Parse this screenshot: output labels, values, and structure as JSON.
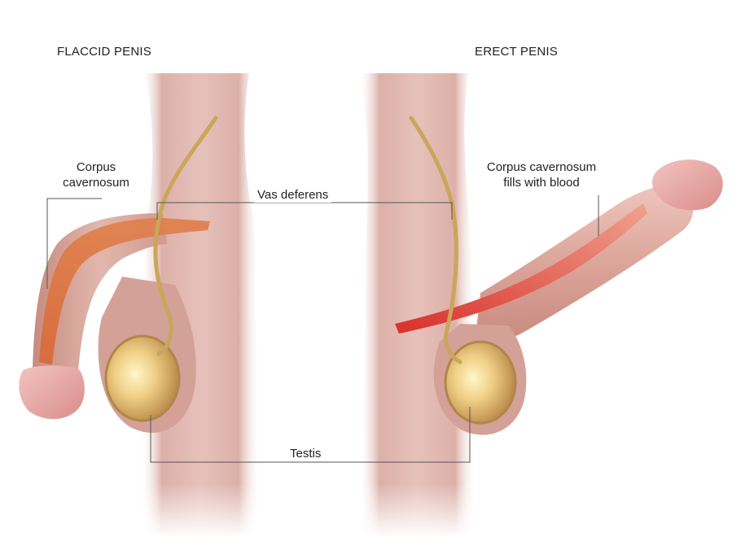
{
  "titles": {
    "left": "FLACCID PENIS",
    "right": "ERECT PENIS"
  },
  "labels": {
    "corpus_left_line1": "Corpus",
    "corpus_left_line2": "cavernosum",
    "corpus_right_line1": "Corpus cavernosum",
    "corpus_right_line2": "fills with blood",
    "vas_deferens": "Vas deferens",
    "testis": "Testis"
  },
  "colors": {
    "skin": "#d9aaa1",
    "skin_dark": "#c48e86",
    "corpus_fill": "#d96a3a",
    "blood_fill": "#d8402f",
    "testis_fill": "#e8c47a",
    "vas_line": "#caa65a",
    "leader_line": "#555555"
  }
}
